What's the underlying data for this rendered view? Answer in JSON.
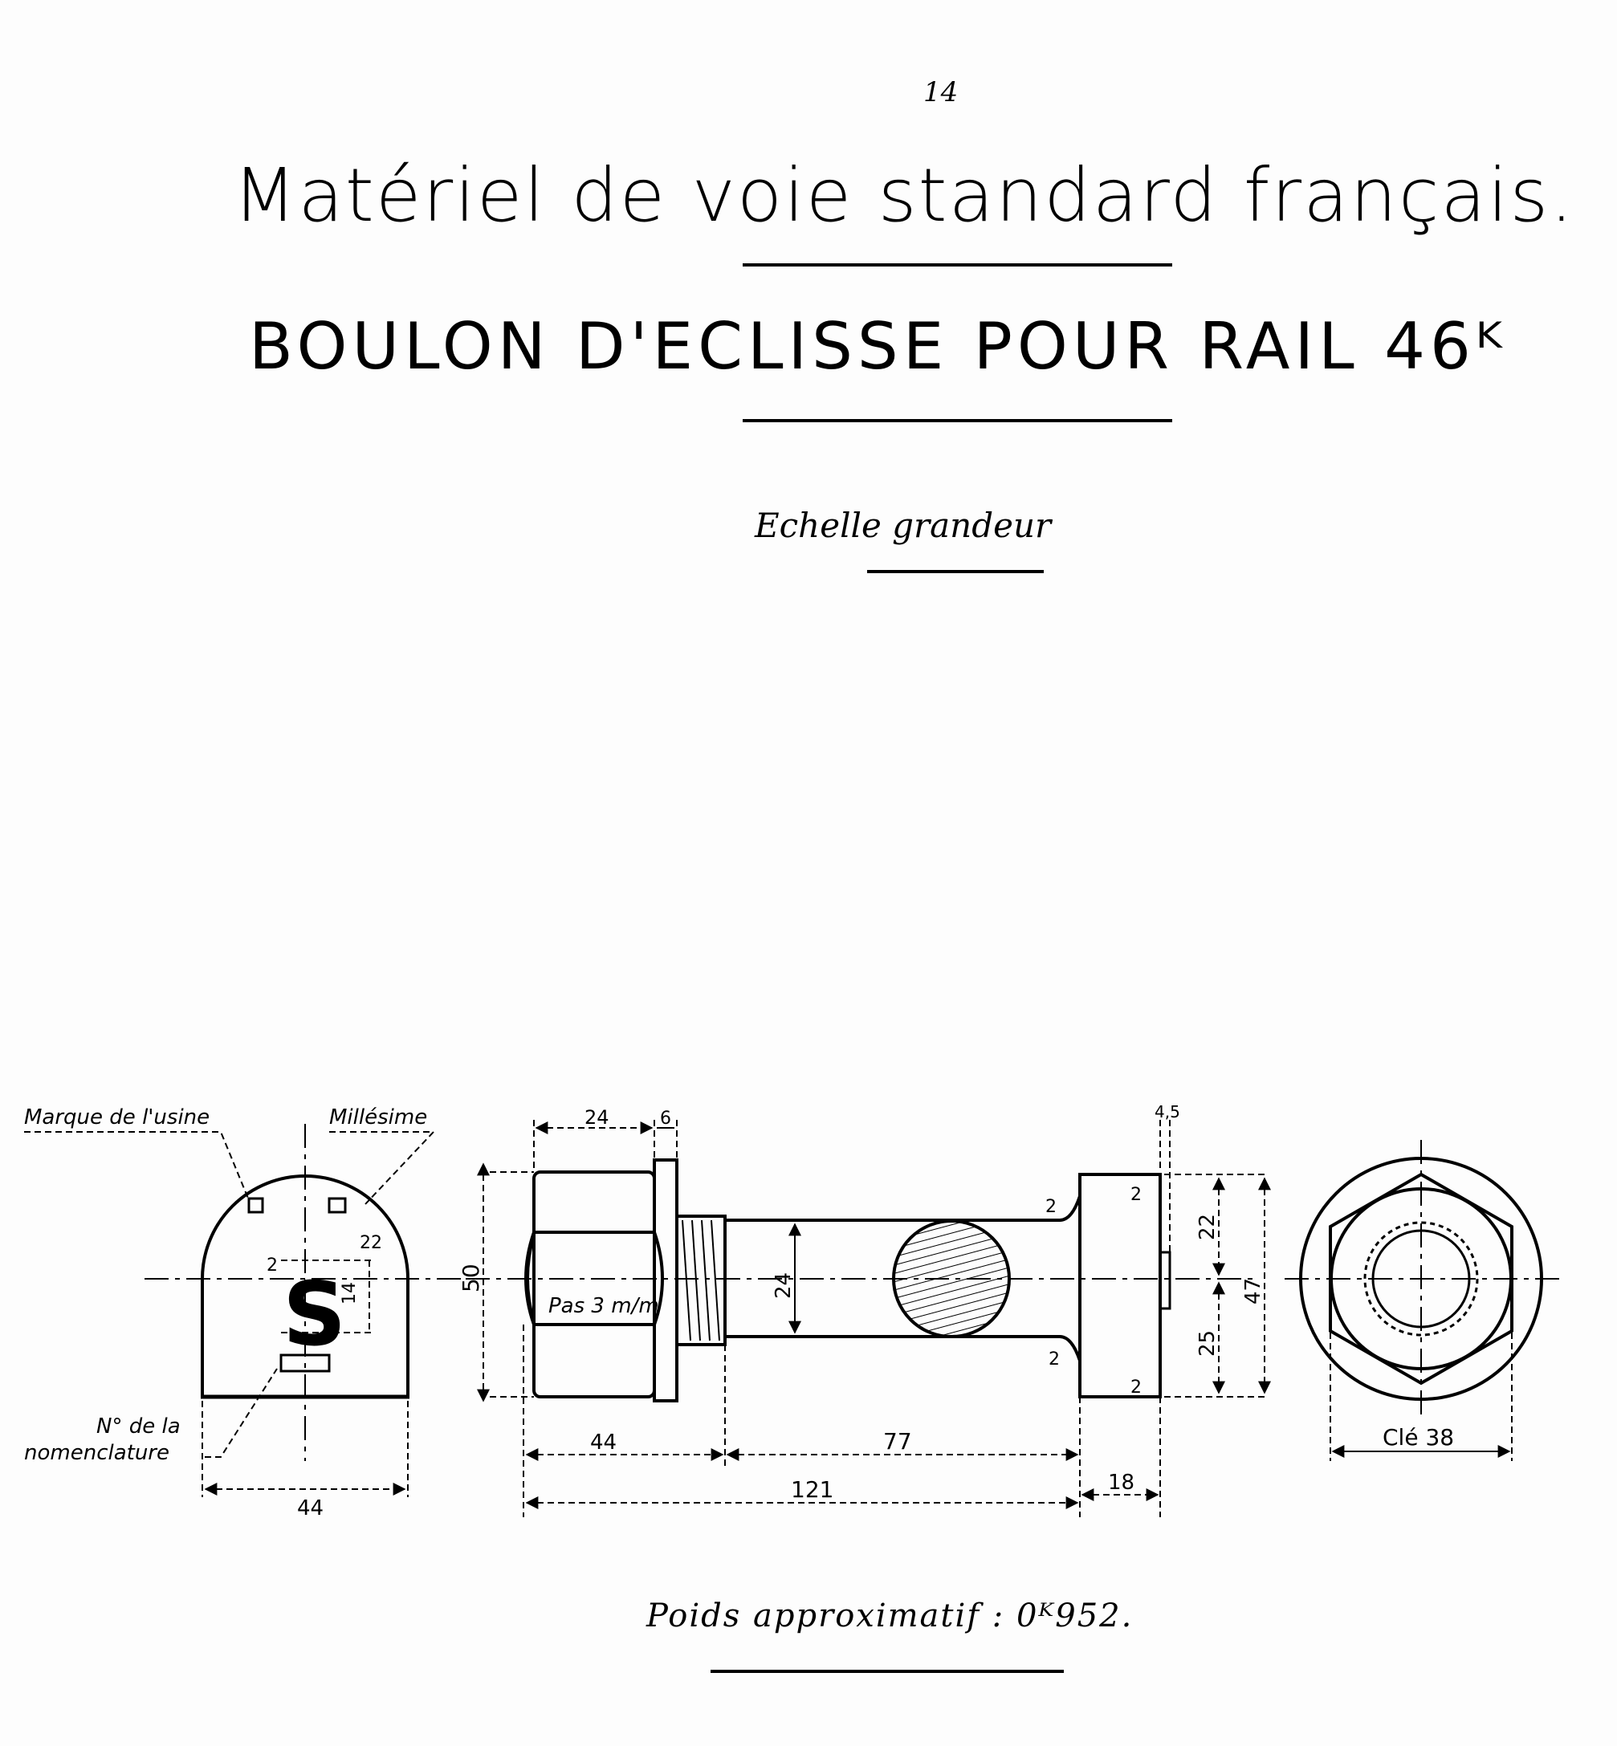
{
  "page_number": "14",
  "title": "Matériel de voie standard français.",
  "subtitle": "BOULON D'ECLISSE POUR RAIL 46ᴷ",
  "scale_note": "Echelle grandeur",
  "weight_note": "Poids approximatif : 0ᴷ952.",
  "drawing": {
    "label_factory_mark": "Marque de l'usine",
    "label_year": "Millésime",
    "label_nomenclature_1": "N° de la",
    "label_nomenclature_2": "nomenclature",
    "stamp_letter": "S",
    "head_dims": {
      "small_2": "2",
      "d22": "22",
      "d14": "14",
      "width44": "44"
    },
    "side_dims": {
      "d24": "24",
      "d6": "6",
      "d50": "50",
      "pitch": "Pas 3 m/m",
      "shank24": "24",
      "d44": "44",
      "d77": "77",
      "d121": "121",
      "d18": "18",
      "d4_5": "4,5",
      "d22": "22",
      "d25": "25",
      "d47": "47",
      "r2a": "2",
      "r2b": "2",
      "r2c": "2",
      "r2d": "2"
    },
    "end_dims": {
      "key": "Clé 38"
    }
  }
}
